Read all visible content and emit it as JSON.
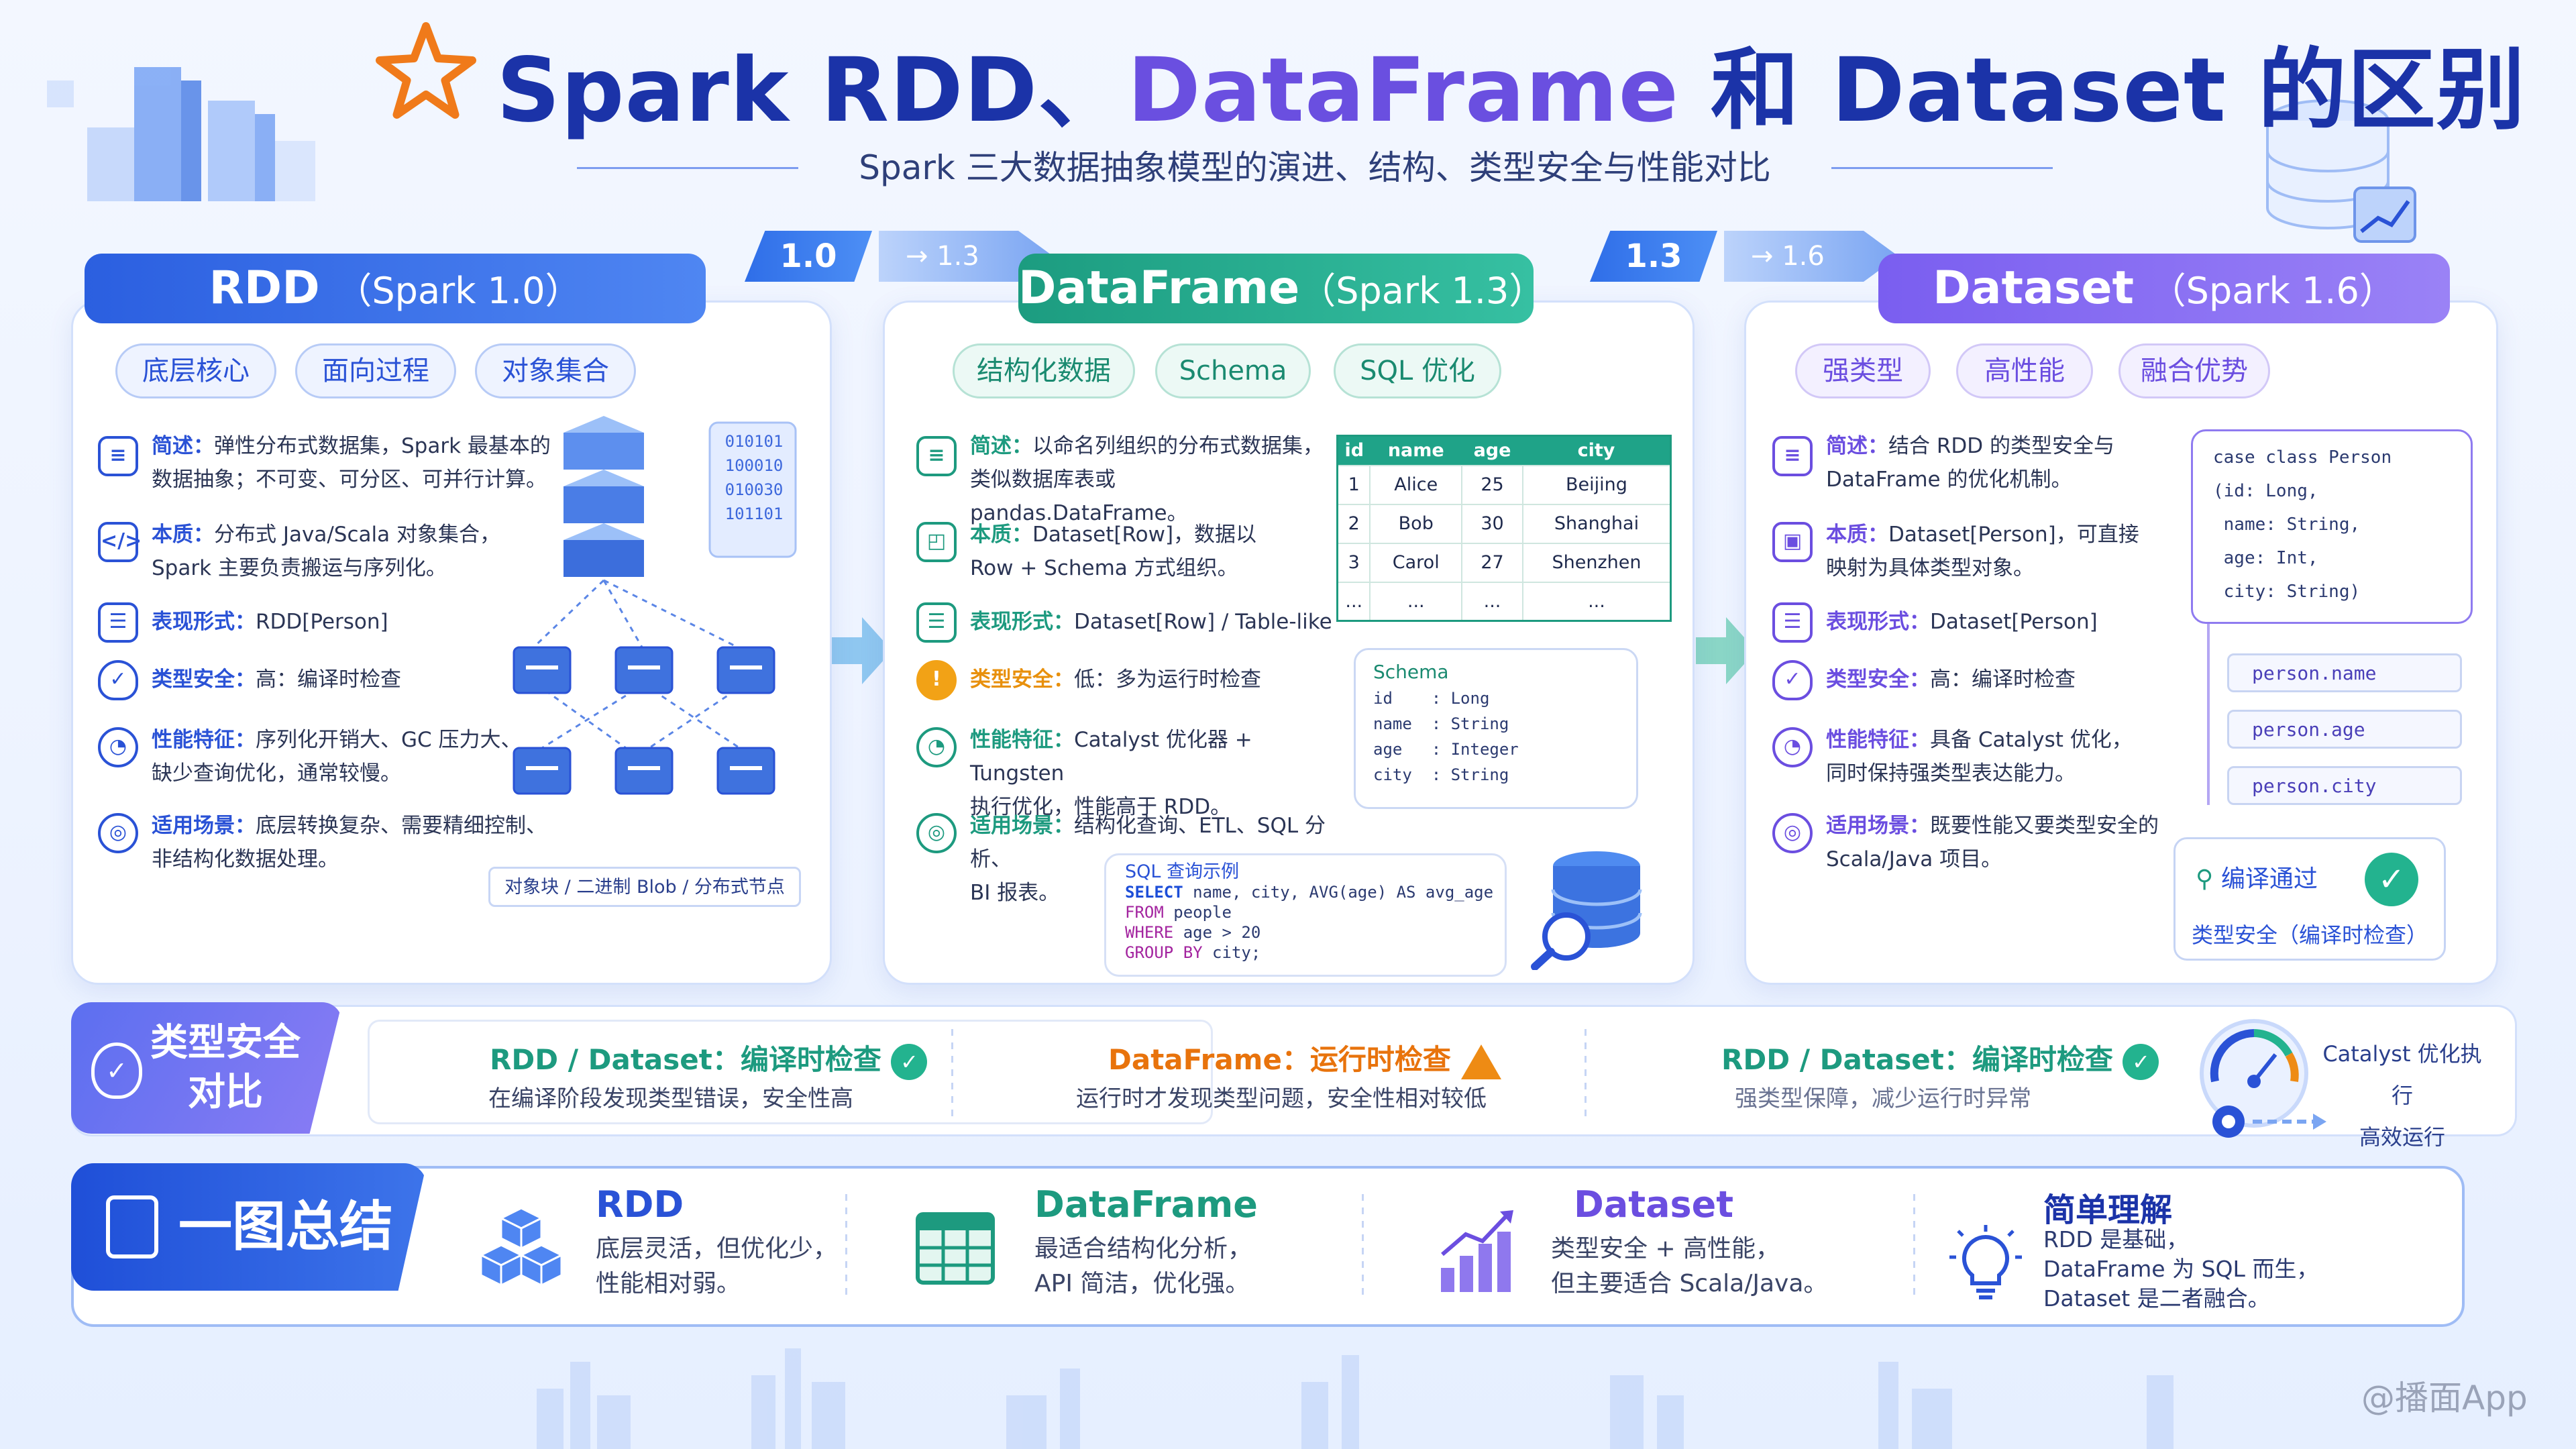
{
  "header": {
    "title_prefix": "Spark RDD、",
    "title_highlight": "DataFrame",
    "title_suffix": " 和 Dataset 的区别",
    "subtitle": "Spark 三大数据抽象模型的演进、结构、类型安全与性能对比"
  },
  "versions": [
    {
      "current": "1.0",
      "next": "→ 1.3"
    },
    {
      "current": "1.3",
      "next": "→ 1.6"
    }
  ],
  "panels": {
    "rdd": {
      "title": "RDD",
      "version": "（Spark 1.0）",
      "tags": [
        "底层核心",
        "面向过程",
        "对象集合"
      ],
      "features": [
        {
          "label": "简述：",
          "line1": "弹性分布式数据集，Spark 最基本的",
          "line2": "数据抽象；不可变、可分区、可并行计算。"
        },
        {
          "label": "本质：",
          "line1": "分布式 Java/Scala 对象集合，",
          "line2": "Spark 主要负责搬运与序列化。"
        },
        {
          "label": "表现形式：",
          "line1": "RDD[Person]",
          "line2": ""
        },
        {
          "label": "类型安全：",
          "line1": "高：编译时检查",
          "line2": ""
        },
        {
          "label": "性能特征：",
          "line1": "序列化开销大、GC 压力大、",
          "line2": "缺少查询优化，通常较慢。"
        },
        {
          "label": "适用场景：",
          "line1": "底层转换复杂、需要精细控制、",
          "line2": "非结构化数据处理。"
        }
      ],
      "binary": [
        "010101",
        "100010",
        "010030",
        "101101"
      ],
      "caption": "对象块 / 二进制 Blob / 分布式节点"
    },
    "dataframe": {
      "title": "DataFrame",
      "version": "（Spark 1.3）",
      "tags": [
        "结构化数据",
        "Schema",
        "SQL 优化"
      ],
      "features": [
        {
          "label": "简述：",
          "line1": "以命名列组织的分布式数据集，",
          "line2": "类似数据库表或 pandas.DataFrame。"
        },
        {
          "label": "本质：",
          "line1": "Dataset[Row]，数据以",
          "line2": "Row + Schema 方式组织。"
        },
        {
          "label": "表现形式：",
          "line1": "Dataset[Row] / Table-like",
          "line2": ""
        },
        {
          "label": "类型安全：",
          "line1": "低：多为运行时检查",
          "line2": ""
        },
        {
          "label": "性能特征：",
          "line1": "Catalyst 优化器 + Tungsten",
          "line2": "执行优化，性能高于 RDD。"
        },
        {
          "label": "适用场景：",
          "line1": "结构化查询、ETL、SQL 分析、",
          "line2": "BI 报表。"
        }
      ],
      "table": {
        "headers": [
          "id",
          "name",
          "age",
          "city"
        ],
        "rows": [
          [
            "1",
            "Alice",
            "25",
            "Beijing"
          ],
          [
            "2",
            "Bob",
            "30",
            "Shanghai"
          ],
          [
            "3",
            "Carol",
            "27",
            "Shenzhen"
          ],
          [
            "...",
            "...",
            "...",
            "..."
          ]
        ]
      },
      "schema": {
        "title": "Schema",
        "lines": [
          "id    : Long",
          "name  : String",
          "age   : Integer",
          "city  : String"
        ]
      },
      "sql": {
        "title": "SQL 查询示例",
        "lines": [
          [
            "SELECT",
            " name, city, AVG(age) AS avg_age"
          ],
          [
            "FROM",
            " people"
          ],
          [
            "WHERE",
            " age > 20"
          ],
          [
            "GROUP BY",
            " city;"
          ]
        ]
      }
    },
    "dataset": {
      "title": "Dataset",
      "version": "（Spark 1.6）",
      "tags": [
        "强类型",
        "高性能",
        "融合优势"
      ],
      "features": [
        {
          "label": "简述：",
          "line1": "结合 RDD 的类型安全与",
          "line2": "DataFrame 的优化机制。"
        },
        {
          "label": "本质：",
          "line1": "Dataset[Person]，可直接",
          "line2": "映射为具体类型对象。"
        },
        {
          "label": "表现形式：",
          "line1": "Dataset[Person]",
          "line2": ""
        },
        {
          "label": "类型安全：",
          "line1": "高：编译时检查",
          "line2": ""
        },
        {
          "label": "性能特征：",
          "line1": "具备 Catalyst 优化，",
          "line2": "同时保持强类型表达能力。"
        },
        {
          "label": "适用场景：",
          "line1": "既要性能又要类型安全的",
          "line2": "Scala/Java 项目。"
        }
      ],
      "class_code": [
        "case class Person",
        "(id: Long,",
        " name: String,",
        " age: Int,",
        " city: String)"
      ],
      "fields": [
        "person.name",
        "person.age",
        "person.city"
      ],
      "compile_ok": "编译通过",
      "compile_caption": "类型安全（编译时检查）"
    }
  },
  "type_safety": {
    "badge_line1": "类型安全",
    "badge_line2": "对比",
    "items": [
      {
        "title": "RDD / Dataset：编译时检查",
        "desc": "在编译阶段发现类型错误，安全性高",
        "status": "ok",
        "color": "#1d9a7f"
      },
      {
        "title": "DataFrame：运行时检查",
        "desc": "运行时才发现类型问题，安全性相对较低",
        "status": "warn",
        "color": "#e8730c"
      },
      {
        "title": "RDD / Dataset：编译时检查",
        "desc": "强类型保障，减少运行时异常",
        "status": "ok",
        "color": "#1d9a7f"
      }
    ],
    "catalyst_line1": "Catalyst 优化执行",
    "catalyst_line2": "高效运行"
  },
  "summary": {
    "badge": "一图总结",
    "items": [
      {
        "title": "RDD",
        "line1": "底层灵活，但优化少，",
        "line2": "性能相对弱。",
        "color": "#2a52d6",
        "icon": "cubes-icon"
      },
      {
        "title": "DataFrame",
        "line1": "最适合结构化分析，",
        "line2": "API 简洁，优化强。",
        "color": "#1d9a7f",
        "icon": "table-grid-icon"
      },
      {
        "title": "Dataset",
        "line1": "类型安全 + 高性能，",
        "line2": "但主要适合 Scala/Java。",
        "color": "#6b4ee0",
        "icon": "growth-chart-icon"
      }
    ],
    "simple": {
      "title": "简单理解",
      "lines": [
        "RDD 是基础，",
        "DataFrame 为 SQL 而生，",
        "Dataset 是二者融合。"
      ]
    }
  },
  "watermark": "@播面App"
}
